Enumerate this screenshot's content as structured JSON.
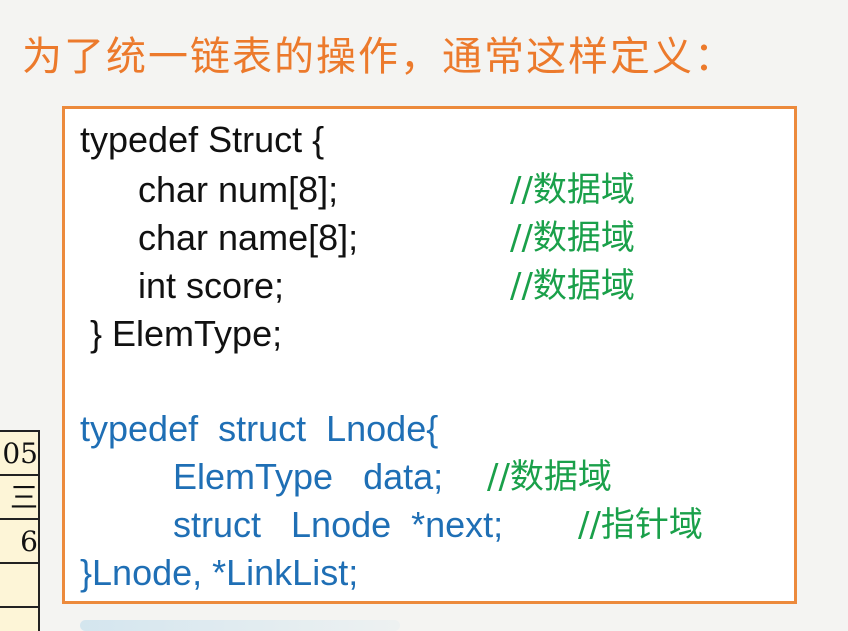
{
  "heading": "为了统一链表的操作，通常这样定义：",
  "code": {
    "block1": {
      "l1": "typedef Struct {",
      "l2": "char num[8];",
      "l2_comment": "//数据域",
      "l3": "char name[8];",
      "l3_comment": "//数据域",
      "l4": "int score;",
      "l4_comment": "//数据域",
      "l5": "} ElemType;"
    },
    "block2": {
      "l1": "typedef  struct  Lnode{",
      "l2": "ElemType   data;",
      "l2_comment": "//数据域",
      "l3": "struct   Lnode  *next;",
      "l3_comment": "//指针域",
      "l4": "}Lnode, *LinkList;"
    }
  },
  "side_table": [
    "05",
    "三",
    "6",
    ""
  ],
  "colors": {
    "heading": "#ec7a2c",
    "border": "#ec8a3c",
    "comment": "#1aa04a",
    "blue_code": "#1f6fb5",
    "black_code": "#111111"
  }
}
